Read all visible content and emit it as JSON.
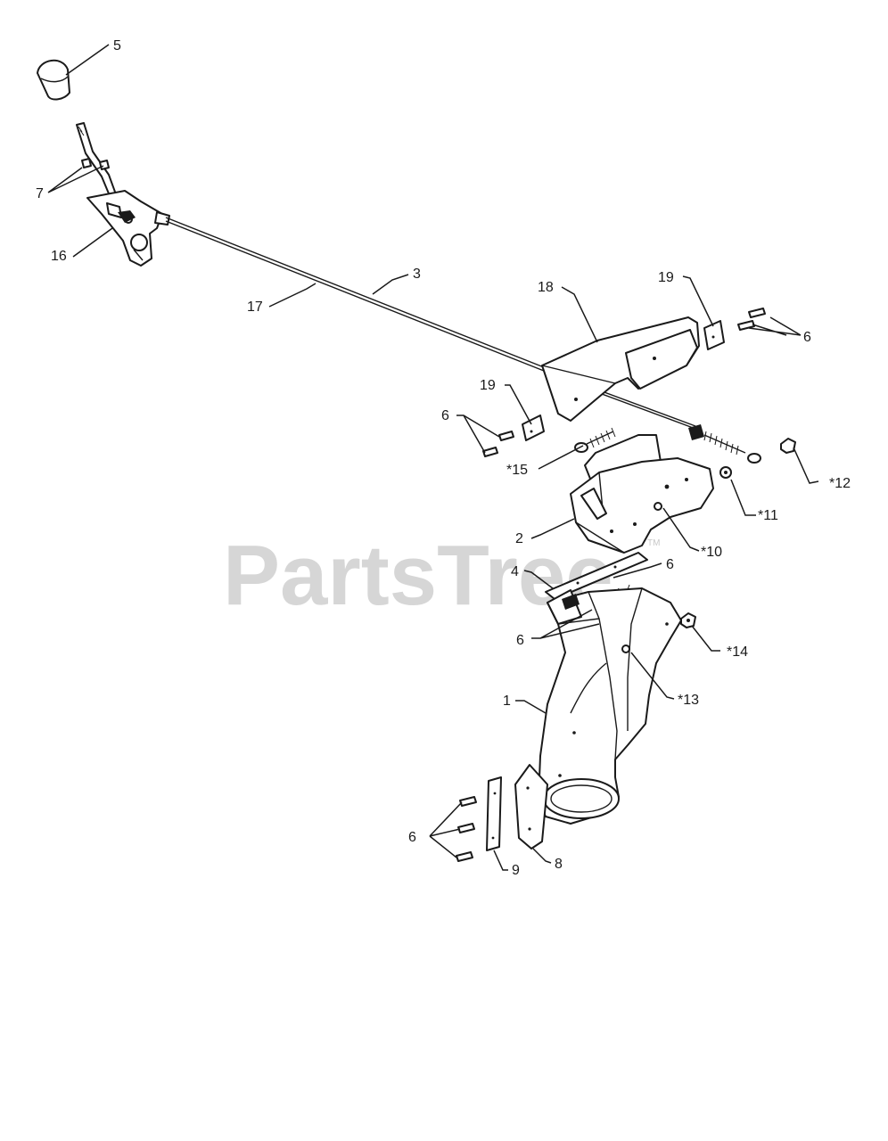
{
  "watermark": {
    "text": "PartsTree",
    "mark": "TM"
  },
  "callouts": {
    "c1": "1",
    "c2": "2",
    "c3": "3",
    "c4": "4",
    "c5": "5",
    "c6_top_right": "6",
    "c6_mid_left": "6",
    "c6_deflector": "6",
    "c6_chute_left": "6",
    "c6_bottom": "6",
    "c7": "7",
    "c8": "8",
    "c9": "9",
    "c10": "*10",
    "c11": "*11",
    "c12": "*12",
    "c13": "*13",
    "c14": "*14",
    "c15": "*15",
    "c16": "16",
    "c17": "17",
    "c18": "18",
    "c19_right": "19",
    "c19_left": "19"
  }
}
